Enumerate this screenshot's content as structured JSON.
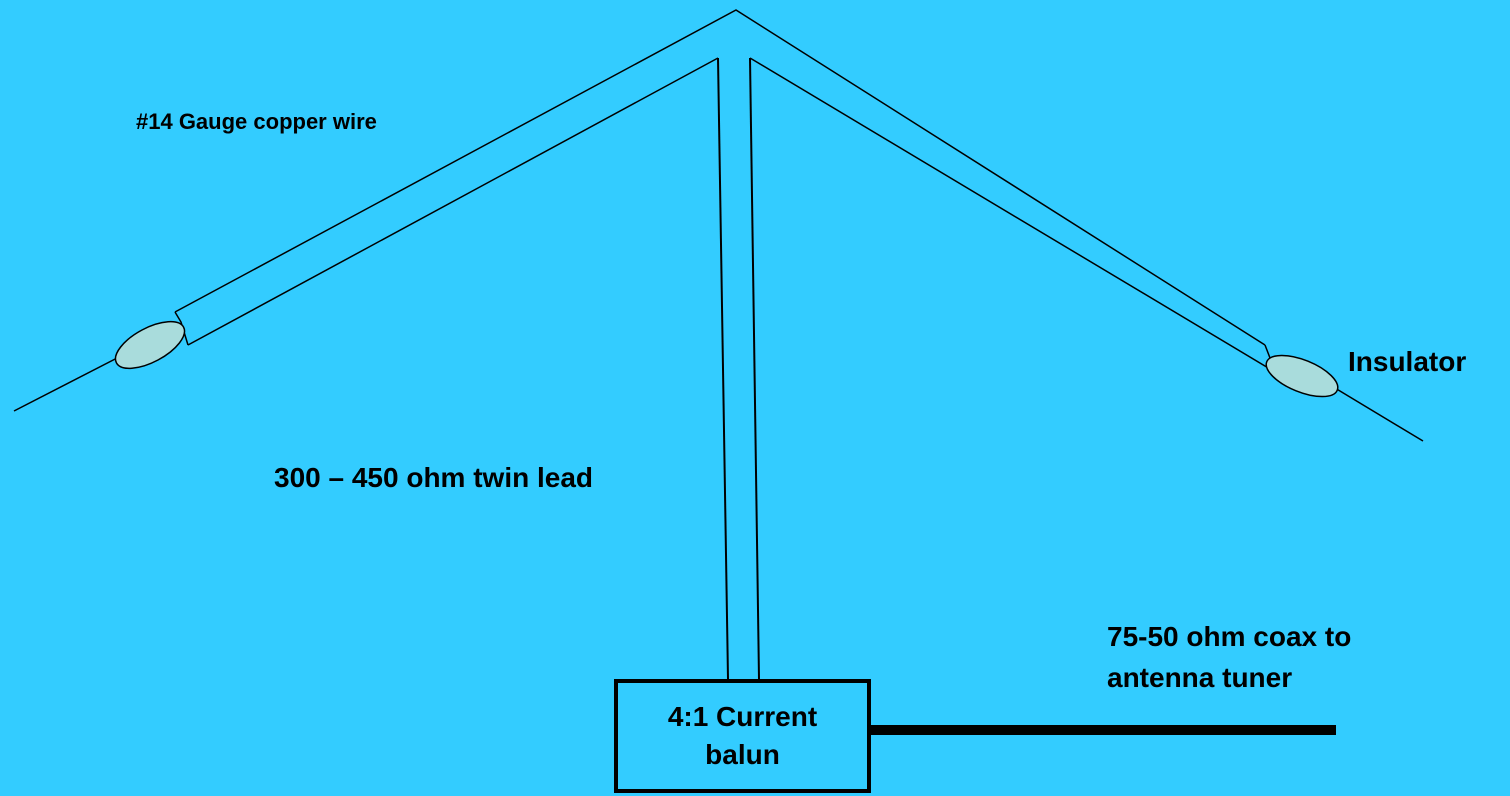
{
  "colors": {
    "background": "#33CCFF",
    "line": "#000000",
    "insulator_fill": "#A9DCDC"
  },
  "labels": {
    "wire": "#14 Gauge copper wire",
    "insulator": "Insulator",
    "twin_lead": "300 – 450  ohm twin lead",
    "coax": "75-50 ohm coax to antenna tuner",
    "balun": "4:1 Current balun"
  }
}
